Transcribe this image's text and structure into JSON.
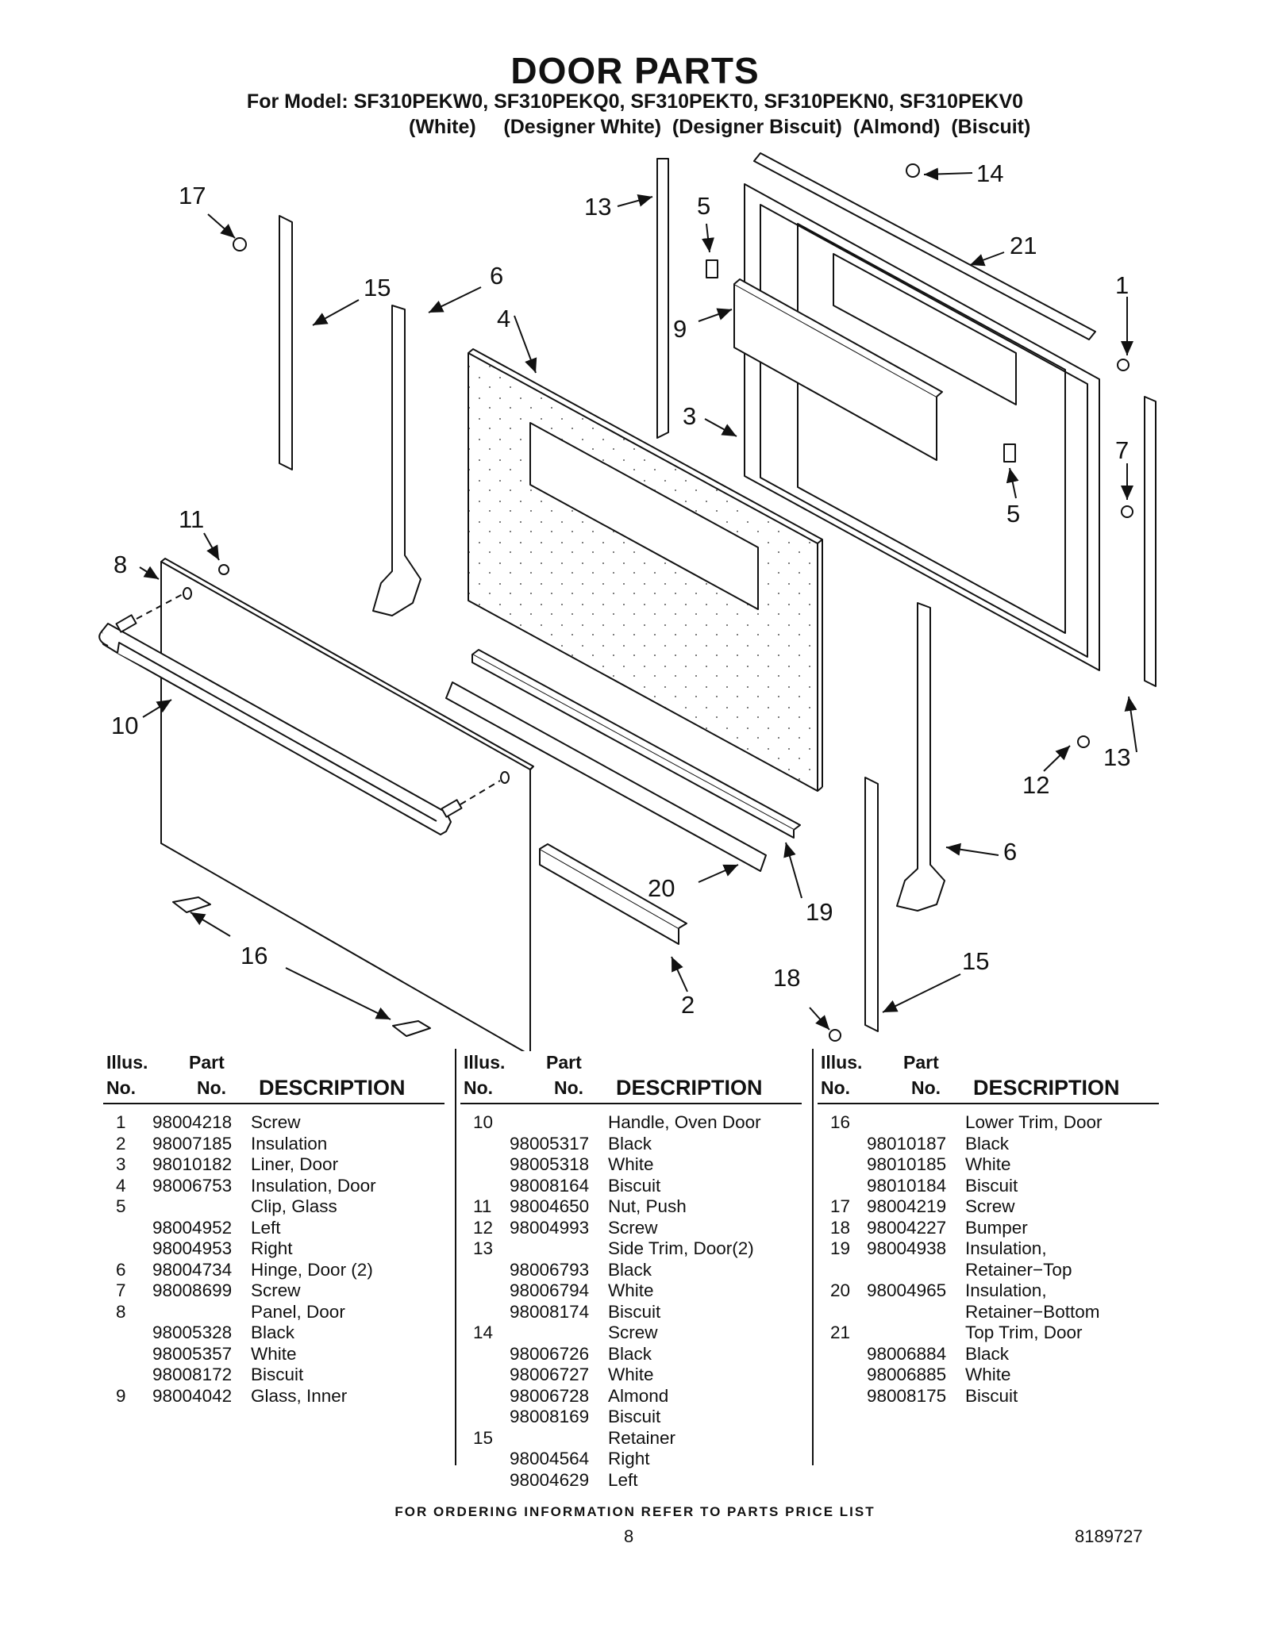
{
  "header": {
    "title": "DOOR PARTS",
    "models": "For Model: SF310PEKW0, SF310PEKQ0, SF310PEKT0, SF310PEKN0, SF310PEKV0",
    "colors": "(White)     (Designer White)  (Designer Biscuit)  (Almond)  (Biscuit)"
  },
  "callouts": [
    "17",
    "15",
    "6",
    "4",
    "13",
    "5",
    "14",
    "21",
    "1",
    "9",
    "3",
    "7",
    "5",
    "11",
    "8",
    "10",
    "12",
    "13",
    "6",
    "20",
    "19",
    "16",
    "15",
    "18",
    "2"
  ],
  "table_headers": {
    "illus": "Illus.",
    "no": "No.",
    "part": "Part",
    "part_no": "No.",
    "description": "DESCRIPTION"
  },
  "columns": [
    [
      {
        "illus": "1",
        "part": "98004218",
        "desc": "Screw"
      },
      {
        "illus": "2",
        "part": "98007185",
        "desc": "Insulation"
      },
      {
        "illus": "3",
        "part": "98010182",
        "desc": "Liner, Door"
      },
      {
        "illus": "4",
        "part": "98006753",
        "desc": "Insulation, Door"
      },
      {
        "illus": "5",
        "part": "",
        "desc": "Clip, Glass"
      },
      {
        "illus": "",
        "part": "98004952",
        "desc": "Left"
      },
      {
        "illus": "",
        "part": "98004953",
        "desc": "Right"
      },
      {
        "illus": "6",
        "part": "98004734",
        "desc": "Hinge, Door (2)"
      },
      {
        "illus": "7",
        "part": "98008699",
        "desc": "Screw"
      },
      {
        "illus": "8",
        "part": "",
        "desc": "Panel, Door"
      },
      {
        "illus": "",
        "part": "98005328",
        "desc": "Black"
      },
      {
        "illus": "",
        "part": "98005357",
        "desc": "White"
      },
      {
        "illus": "",
        "part": "98008172",
        "desc": "Biscuit"
      },
      {
        "illus": "9",
        "part": "98004042",
        "desc": "Glass, Inner"
      }
    ],
    [
      {
        "illus": "10",
        "part": "",
        "desc": "Handle, Oven Door"
      },
      {
        "illus": "",
        "part": "98005317",
        "desc": "Black"
      },
      {
        "illus": "",
        "part": "98005318",
        "desc": "White"
      },
      {
        "illus": "",
        "part": "98008164",
        "desc": "Biscuit"
      },
      {
        "illus": "11",
        "part": "98004650",
        "desc": "Nut, Push"
      },
      {
        "illus": "12",
        "part": "98004993",
        "desc": "Screw"
      },
      {
        "illus": "13",
        "part": "",
        "desc": "Side Trim, Door(2)"
      },
      {
        "illus": "",
        "part": "98006793",
        "desc": "Black"
      },
      {
        "illus": "",
        "part": "98006794",
        "desc": "White"
      },
      {
        "illus": "",
        "part": "98008174",
        "desc": "Biscuit"
      },
      {
        "illus": "14",
        "part": "",
        "desc": "Screw"
      },
      {
        "illus": "",
        "part": "98006726",
        "desc": "Black"
      },
      {
        "illus": "",
        "part": "98006727",
        "desc": "White"
      },
      {
        "illus": "",
        "part": "98006728",
        "desc": "Almond"
      },
      {
        "illus": "",
        "part": "98008169",
        "desc": "Biscuit"
      },
      {
        "illus": "15",
        "part": "",
        "desc": "Retainer"
      },
      {
        "illus": "",
        "part": "98004564",
        "desc": "Right"
      },
      {
        "illus": "",
        "part": "98004629",
        "desc": "Left"
      }
    ],
    [
      {
        "illus": "16",
        "part": "",
        "desc": "Lower Trim, Door"
      },
      {
        "illus": "",
        "part": "98010187",
        "desc": "Black"
      },
      {
        "illus": "",
        "part": "98010185",
        "desc": "White"
      },
      {
        "illus": "",
        "part": "98010184",
        "desc": "Biscuit"
      },
      {
        "illus": "17",
        "part": "98004219",
        "desc": "Screw"
      },
      {
        "illus": "18",
        "part": "98004227",
        "desc": "Bumper"
      },
      {
        "illus": "19",
        "part": "98004938",
        "desc": "Insulation,"
      },
      {
        "illus": "",
        "part": "",
        "desc": "Retainer−Top"
      },
      {
        "illus": "20",
        "part": "98004965",
        "desc": "Insulation,"
      },
      {
        "illus": "",
        "part": "",
        "desc": "Retainer−Bottom"
      },
      {
        "illus": "21",
        "part": "",
        "desc": "Top Trim, Door"
      },
      {
        "illus": "",
        "part": "98006884",
        "desc": "Black"
      },
      {
        "illus": "",
        "part": "98006885",
        "desc": "White"
      },
      {
        "illus": "",
        "part": "98008175",
        "desc": "Biscuit"
      }
    ]
  ],
  "footer": {
    "ordering_note": "FOR ORDERING INFORMATION REFER TO PARTS PRICE LIST",
    "page_number": "8",
    "document_number": "8189727"
  }
}
